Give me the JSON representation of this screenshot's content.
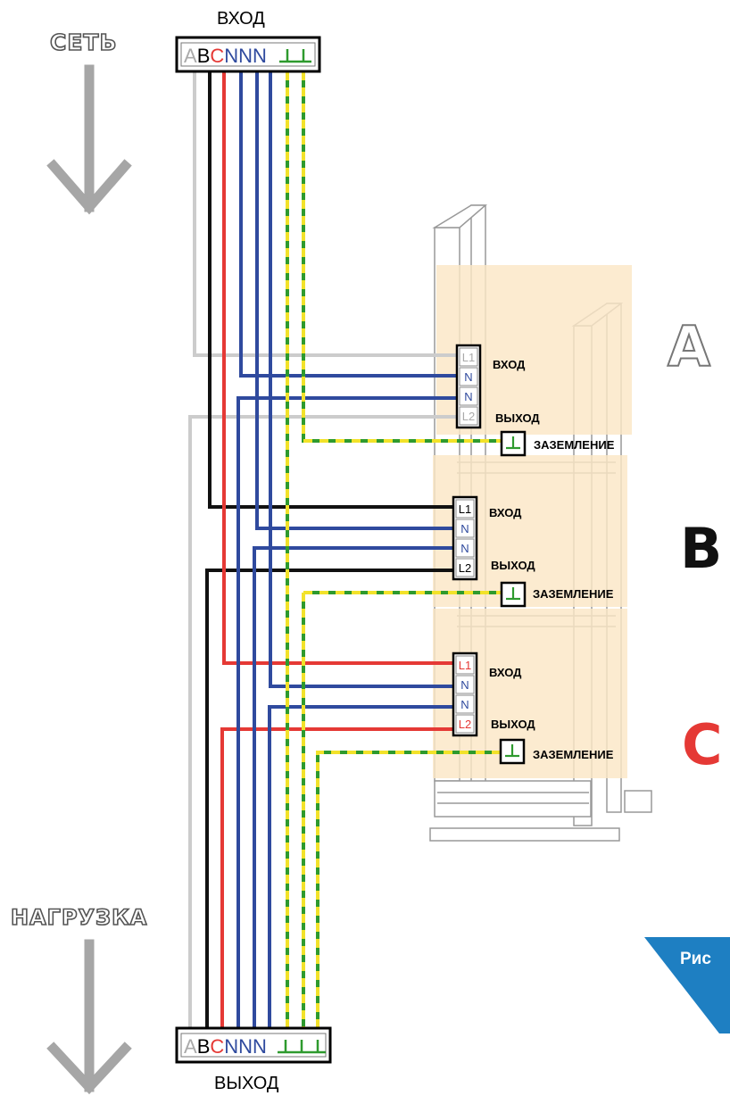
{
  "input_caption": "ВХОД",
  "output_caption": "ВЫХОД",
  "network_label": "СЕТЬ",
  "load_label": "НАГРУЗКА",
  "input_terminal": {
    "a": "A",
    "b": "B",
    "c": "C",
    "n": "NNN"
  },
  "output_terminal": {
    "a": "A",
    "b": "B",
    "c": "C",
    "n": "NNN"
  },
  "phases": [
    {
      "letter": "A",
      "l1": "L1",
      "n": "N",
      "l2": "L2",
      "in_label": "ВХОД",
      "out_label": "ВЫХОД",
      "ground_label": "ЗАЗЕМЛЕНИЕ",
      "color": "#cccccc"
    },
    {
      "letter": "B",
      "l1": "L1",
      "n": "N",
      "l2": "L2",
      "in_label": "ВХОД",
      "out_label": "ВЫХОД",
      "ground_label": "ЗАЗЕМЛЕНИЕ",
      "color": "#111111"
    },
    {
      "letter": "C",
      "l1": "L1",
      "n": "N",
      "l2": "L2",
      "in_label": "ВХОД",
      "out_label": "ВЫХОД",
      "ground_label": "ЗАЗЕМЛЕНИЕ",
      "color": "#e53935"
    }
  ],
  "figure_badge": "Рис",
  "colors": {
    "phase_a": "#cccccc",
    "phase_b": "#111111",
    "phase_c": "#e53935",
    "neutral": "#2f4a9e",
    "ground_green": "#2e9a2e",
    "ground_yellow": "#f2e22a",
    "module_fill": "#fbe6c6",
    "badge": "#1e7fc2",
    "arrow": "#a6a6a6"
  }
}
